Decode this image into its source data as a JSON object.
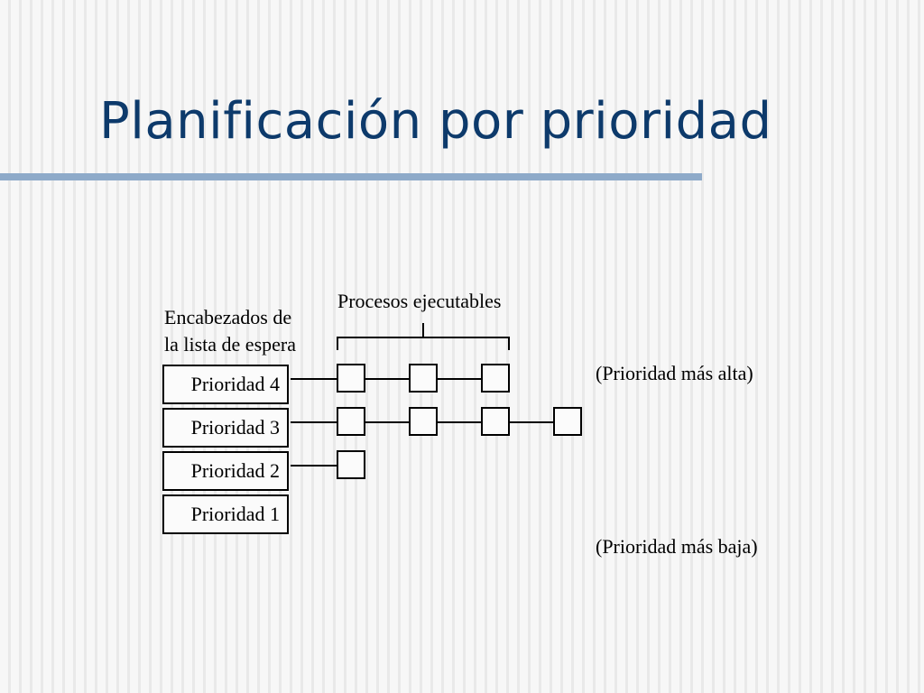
{
  "slide": {
    "title": "Planificación por prioridad"
  },
  "diagram": {
    "headers_label": [
      "Encabezados de",
      "la lista de espera"
    ],
    "processes_label": "Procesos ejecutables",
    "highest_label": "(Prioridad más alta)",
    "lowest_label": "(Prioridad más baja)",
    "queues": [
      {
        "label": "Prioridad 4",
        "process_count": 3
      },
      {
        "label": "Prioridad 3",
        "process_count": 4
      },
      {
        "label": "Prioridad 2",
        "process_count": 1
      },
      {
        "label": "Prioridad 1",
        "process_count": 0
      }
    ]
  }
}
